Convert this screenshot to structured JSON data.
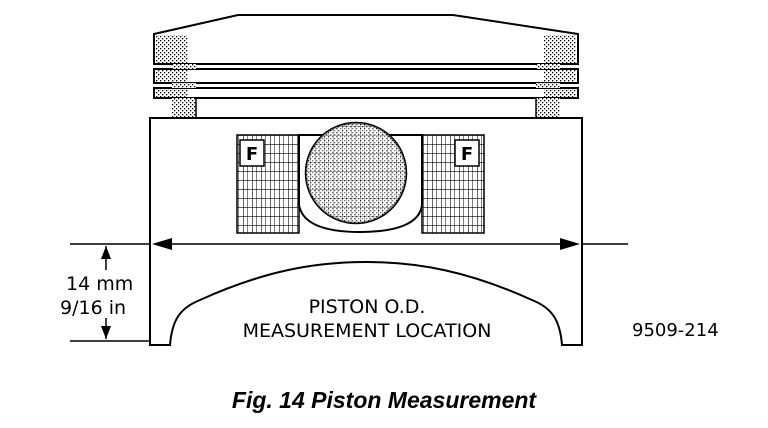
{
  "figure": {
    "label_line1": "PISTON O.D.",
    "label_line2": "MEASUREMENT LOCATION",
    "dim_mm": "14 mm",
    "dim_in": "9/16 in",
    "code": "9509-214",
    "marker_left": "F",
    "marker_right": "F",
    "caption": "Fig. 14 Piston Measurement"
  }
}
